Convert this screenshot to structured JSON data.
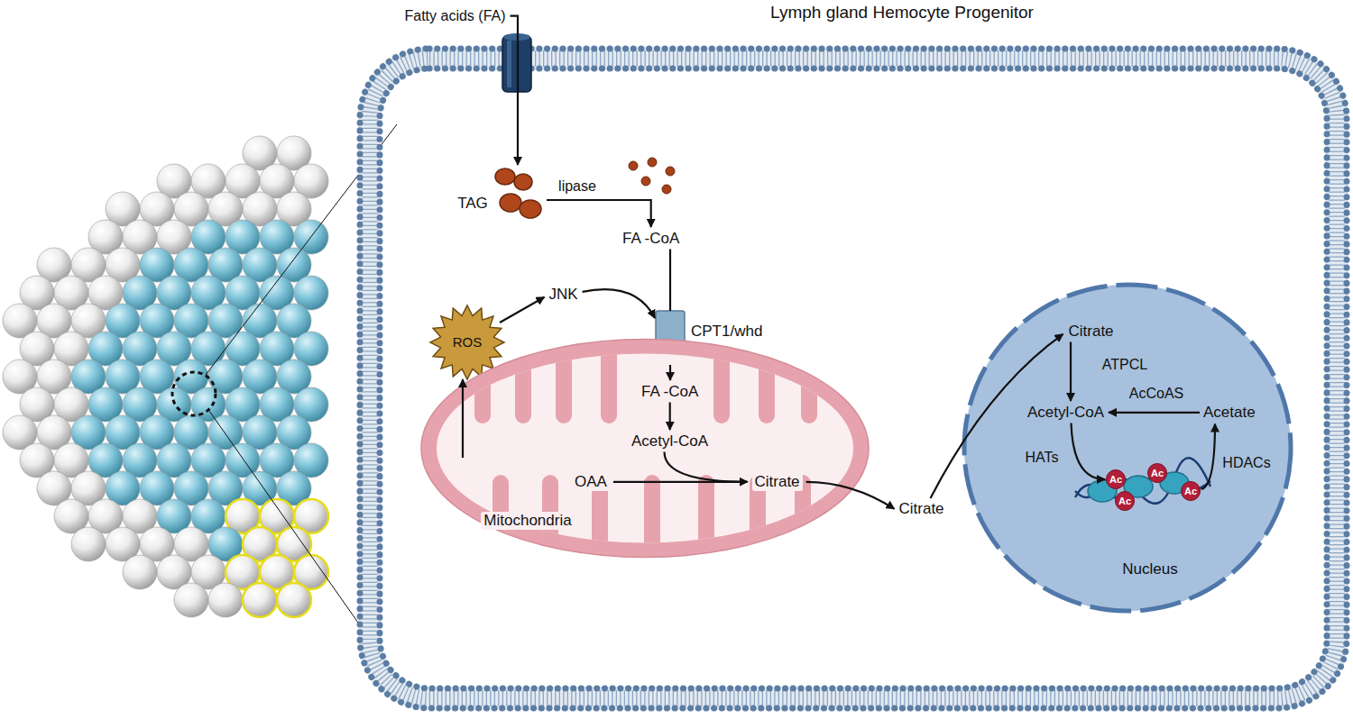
{
  "diagram": {
    "nodes": [
      {
        "text": [
          "Lymph gland Hemocyte Progenitor"
        ]
      },
      {
        "text": [
          "Fatty acids (FA)"
        ]
      },
      {
        "text": [
          "TAG"
        ],
        "in": 0
      },
      {
        "text": [
          "FA -CoA"
        ],
        "in": 0
      },
      {
        "text": [
          "ROS"
        ],
        "in": 0
      },
      {
        "text": [
          "JNK"
        ],
        "in": 0
      },
      {
        "text": [
          "CPT1/whd"
        ],
        "in": 0
      },
      {
        "text": [
          "Mitochondria"
        ],
        "in": 0
      },
      {
        "text": [
          "FA -CoA"
        ],
        "in": 7
      },
      {
        "text": [
          "Acetyl-CoA"
        ],
        "in": 7
      },
      {
        "text": [
          "OAA"
        ],
        "in": 7
      },
      {
        "text": [
          "Citrate"
        ],
        "in": 7
      },
      {
        "text": [
          "Citrate"
        ],
        "in": 0
      },
      {
        "text": [
          "Nucleus"
        ],
        "in": 0
      },
      {
        "text": [
          "Citrate"
        ],
        "in": 13
      },
      {
        "text": [
          "Acetyl-CoA"
        ],
        "in": 13
      },
      {
        "text": [
          "Acetate"
        ],
        "in": 13
      },
      {
        "text": [
          "Ac"
        ],
        "in": 13
      },
      {
        "text": [
          "Ac"
        ],
        "in": 13
      },
      {
        "text": [
          "Ac"
        ],
        "in": 13
      },
      {
        "text": [
          "Ac"
        ],
        "in": 13
      }
    ],
    "edges": [
      {
        "from": 1,
        "to": 2,
        "arrow": "to"
      },
      {
        "from": 2,
        "to": 3,
        "label": "lipase",
        "arrow": "to"
      },
      {
        "from": 4,
        "to": 5,
        "arrow": "to"
      },
      {
        "from": 5,
        "to": 6,
        "arrow": "to"
      },
      {
        "from": 3,
        "to": 6,
        "arrow": "none"
      },
      {
        "from": 6,
        "to": 8,
        "arrow": "to"
      },
      {
        "from": 7,
        "to": 4,
        "arrow": "to"
      },
      {
        "from": 8,
        "to": 9,
        "arrow": "to"
      },
      {
        "from": 9,
        "to": 11,
        "arrow": "to"
      },
      {
        "from": 10,
        "to": 11,
        "arrow": "to"
      },
      {
        "from": 11,
        "to": 12,
        "arrow": "to"
      },
      {
        "from": 12,
        "to": 14,
        "arrow": "to"
      },
      {
        "from": 14,
        "to": 15,
        "label": "ATPCL",
        "arrow": "to"
      },
      {
        "from": 16,
        "to": 15,
        "label": "AcCoAS",
        "arrow": "to"
      },
      {
        "from": 15,
        "to": 17,
        "label": "HATs",
        "arrow": "to"
      },
      {
        "from": 20,
        "to": 16,
        "label": "HDACs",
        "arrow": "to"
      }
    ]
  }
}
